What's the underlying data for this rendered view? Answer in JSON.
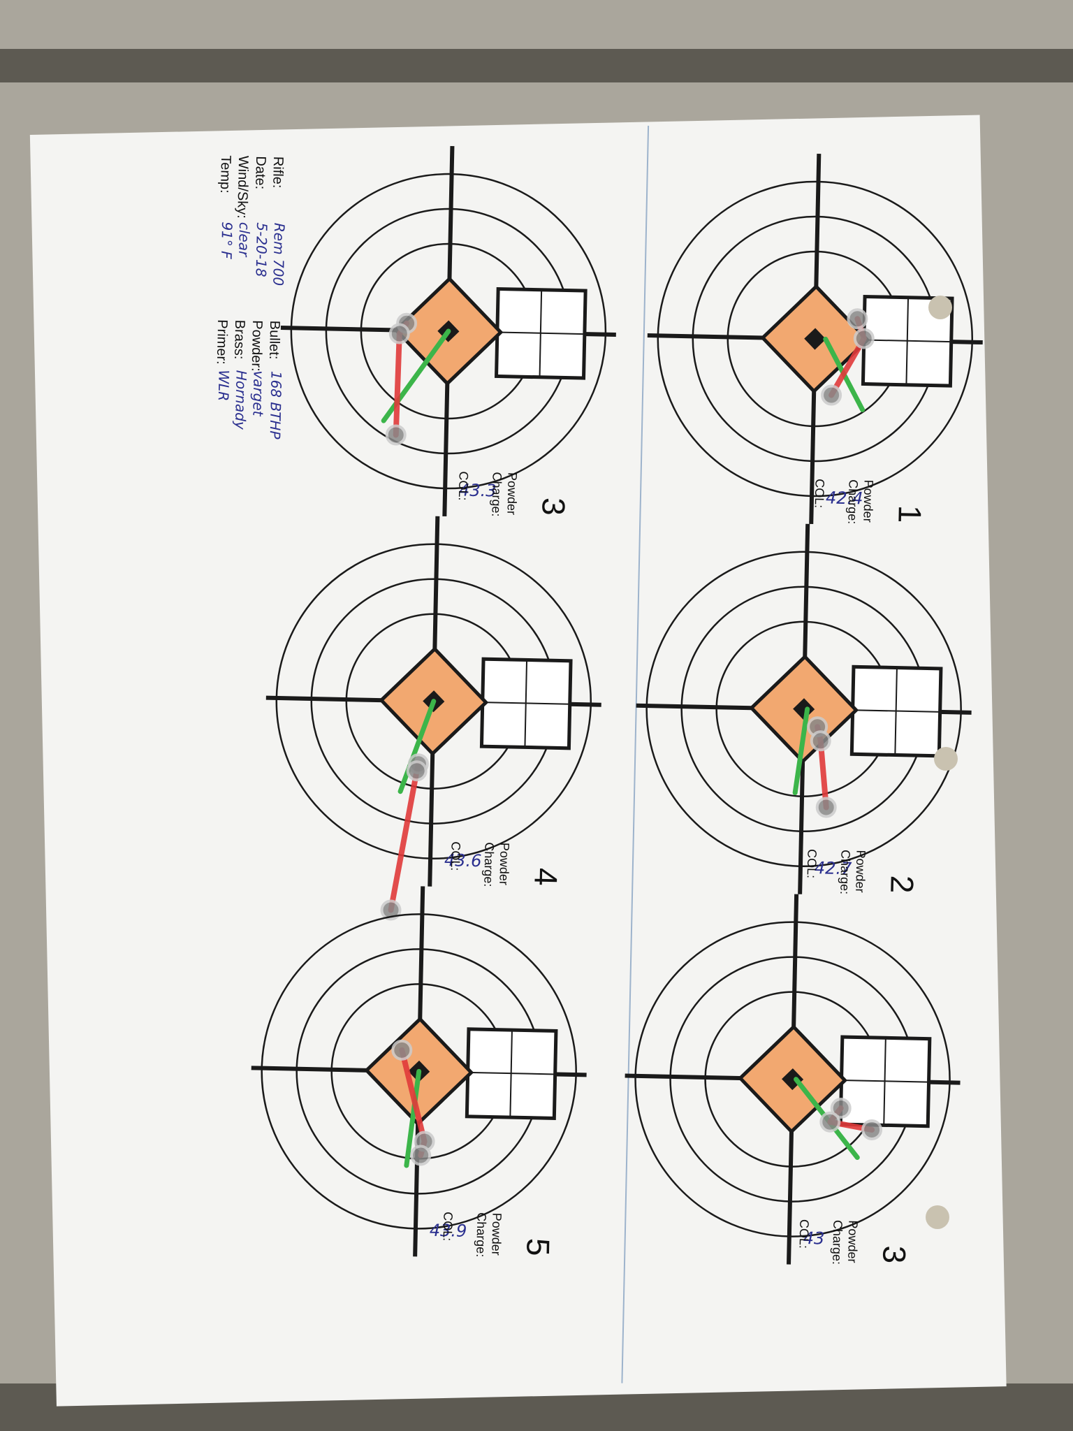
{
  "header": {
    "rifle_label": "Rifle:",
    "rifle_value": "Rem 700",
    "date_label": "Date:",
    "date_value": "5-20-18",
    "wind_label": "Wind/Sky:",
    "wind_value": "clear",
    "temp_label": "Temp:",
    "temp_value": "91° F",
    "bullet_label": "Bullet:",
    "bullet_value": "168 BTHP",
    "powder_label": "Powder:",
    "powder_value": "varget",
    "brass_label": "Brass:",
    "brass_value": "Hornady",
    "primer_label": "Primer:",
    "primer_value": "WLR"
  },
  "targets": [
    {
      "number": "1",
      "charge_note": "42.4"
    },
    {
      "number": "2",
      "charge_note": "42.7"
    },
    {
      "number": "3",
      "charge_note": "43"
    },
    {
      "number": "3",
      "charge_note": "43.3"
    },
    {
      "number": "4",
      "charge_note": "43.6"
    },
    {
      "number": "5",
      "charge_note": "43.9"
    }
  ],
  "field_labels": {
    "powder": "Powder",
    "charge": "Charge:",
    "col": "COL:"
  },
  "colors": {
    "paper": "#f4f4f2",
    "ink": "#1a1a1a",
    "diamond": "#f2a870",
    "marker_red": "#e03a3a",
    "marker_green": "#3cb54a",
    "pen_blue": "#2a2f8f"
  }
}
